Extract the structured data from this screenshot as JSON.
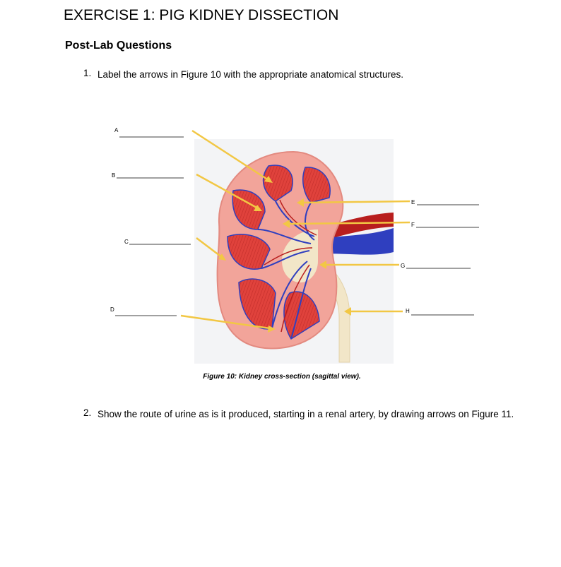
{
  "document": {
    "title": "EXERCISE 1: PIG KIDNEY DISSECTION",
    "subtitle": "Post-Lab Questions"
  },
  "questions": [
    {
      "number": "1.",
      "text": "Label the arrows in Figure 10 with the appropriate anatomical structures."
    },
    {
      "number": "2.",
      "text": "Show the route of urine as is it produced, starting in a renal artery, by drawing arrows on Figure 11."
    }
  ],
  "figure": {
    "caption": "Figure 10: Kidney cross-section (sagittal view).",
    "labels": [
      {
        "letter": "A"
      },
      {
        "letter": "B"
      },
      {
        "letter": "C"
      },
      {
        "letter": "D"
      },
      {
        "letter": "E"
      },
      {
        "letter": "F"
      },
      {
        "letter": "G"
      },
      {
        "letter": "H"
      }
    ],
    "colors": {
      "arrow": "#f2c744",
      "cortex": "#f2a49a",
      "pyramid": "#e0423c",
      "vein": "#2f3fbf",
      "artery": "#b81e1e",
      "ureter": "#f2e6c8"
    }
  }
}
